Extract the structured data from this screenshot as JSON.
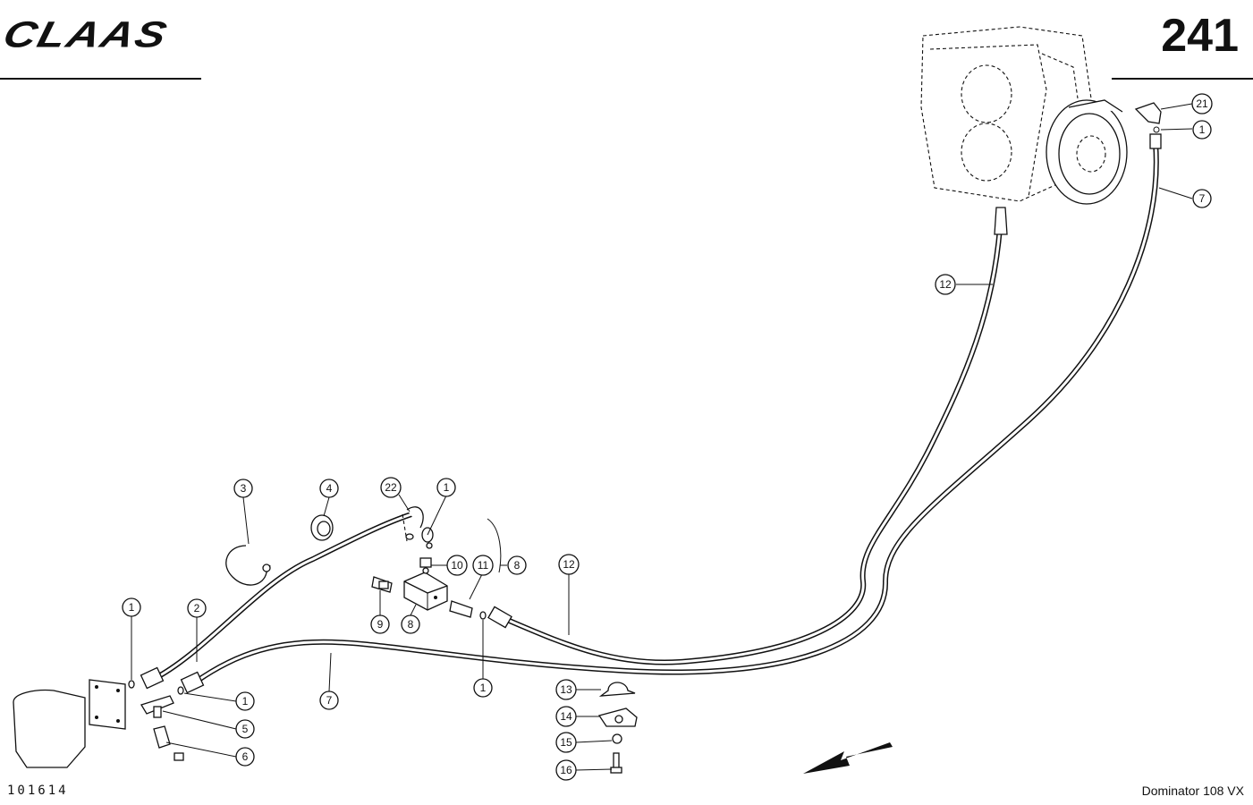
{
  "header": {
    "logo": "CLAAS",
    "page_number": "241"
  },
  "footer": {
    "drawing_id": "101614",
    "model": "Dominator 108 VX"
  },
  "callouts": [
    "3",
    "4",
    "22",
    "1",
    "1",
    "10",
    "11",
    "8",
    "12",
    "9",
    "8",
    "2",
    "7",
    "1",
    "5",
    "6",
    "1",
    "13",
    "14",
    "15",
    "16",
    "21",
    "1",
    "7",
    "12"
  ]
}
